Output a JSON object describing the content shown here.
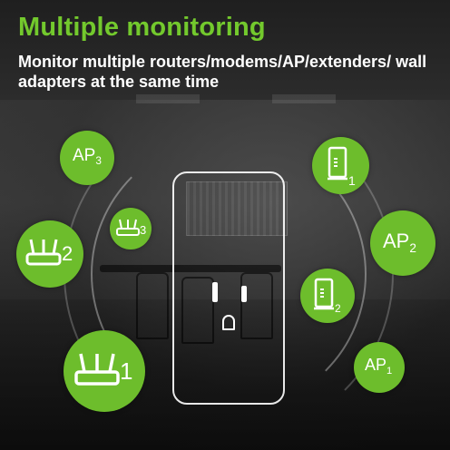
{
  "header": {
    "title": "Multiple monitoring",
    "subtitle": "Monitor multiple routers/modems/AP/extenders/ wall adapters at the same time"
  },
  "colors": {
    "accent": "#6dbd2c",
    "title": "#73c92d",
    "text": "#ffffff"
  },
  "devices": {
    "ap_left": {
      "text": "AP",
      "sub": "3",
      "icon": "access-point"
    },
    "ap_right_top": {
      "text": "AP",
      "sub": "2",
      "icon": "access-point"
    },
    "ap_right_bottom": {
      "text": "AP",
      "sub": "1",
      "icon": "access-point"
    },
    "router_small": {
      "number": "3",
      "icon": "router-icon"
    },
    "router_mid": {
      "number": "2",
      "icon": "router-icon"
    },
    "router_large": {
      "number": "1",
      "icon": "router-icon"
    },
    "extender_top": {
      "number": "1",
      "icon": "extender-icon"
    },
    "extender_mid": {
      "number": "2",
      "icon": "extender-icon"
    }
  },
  "center": {
    "icon": "wall-outlet-icon"
  }
}
